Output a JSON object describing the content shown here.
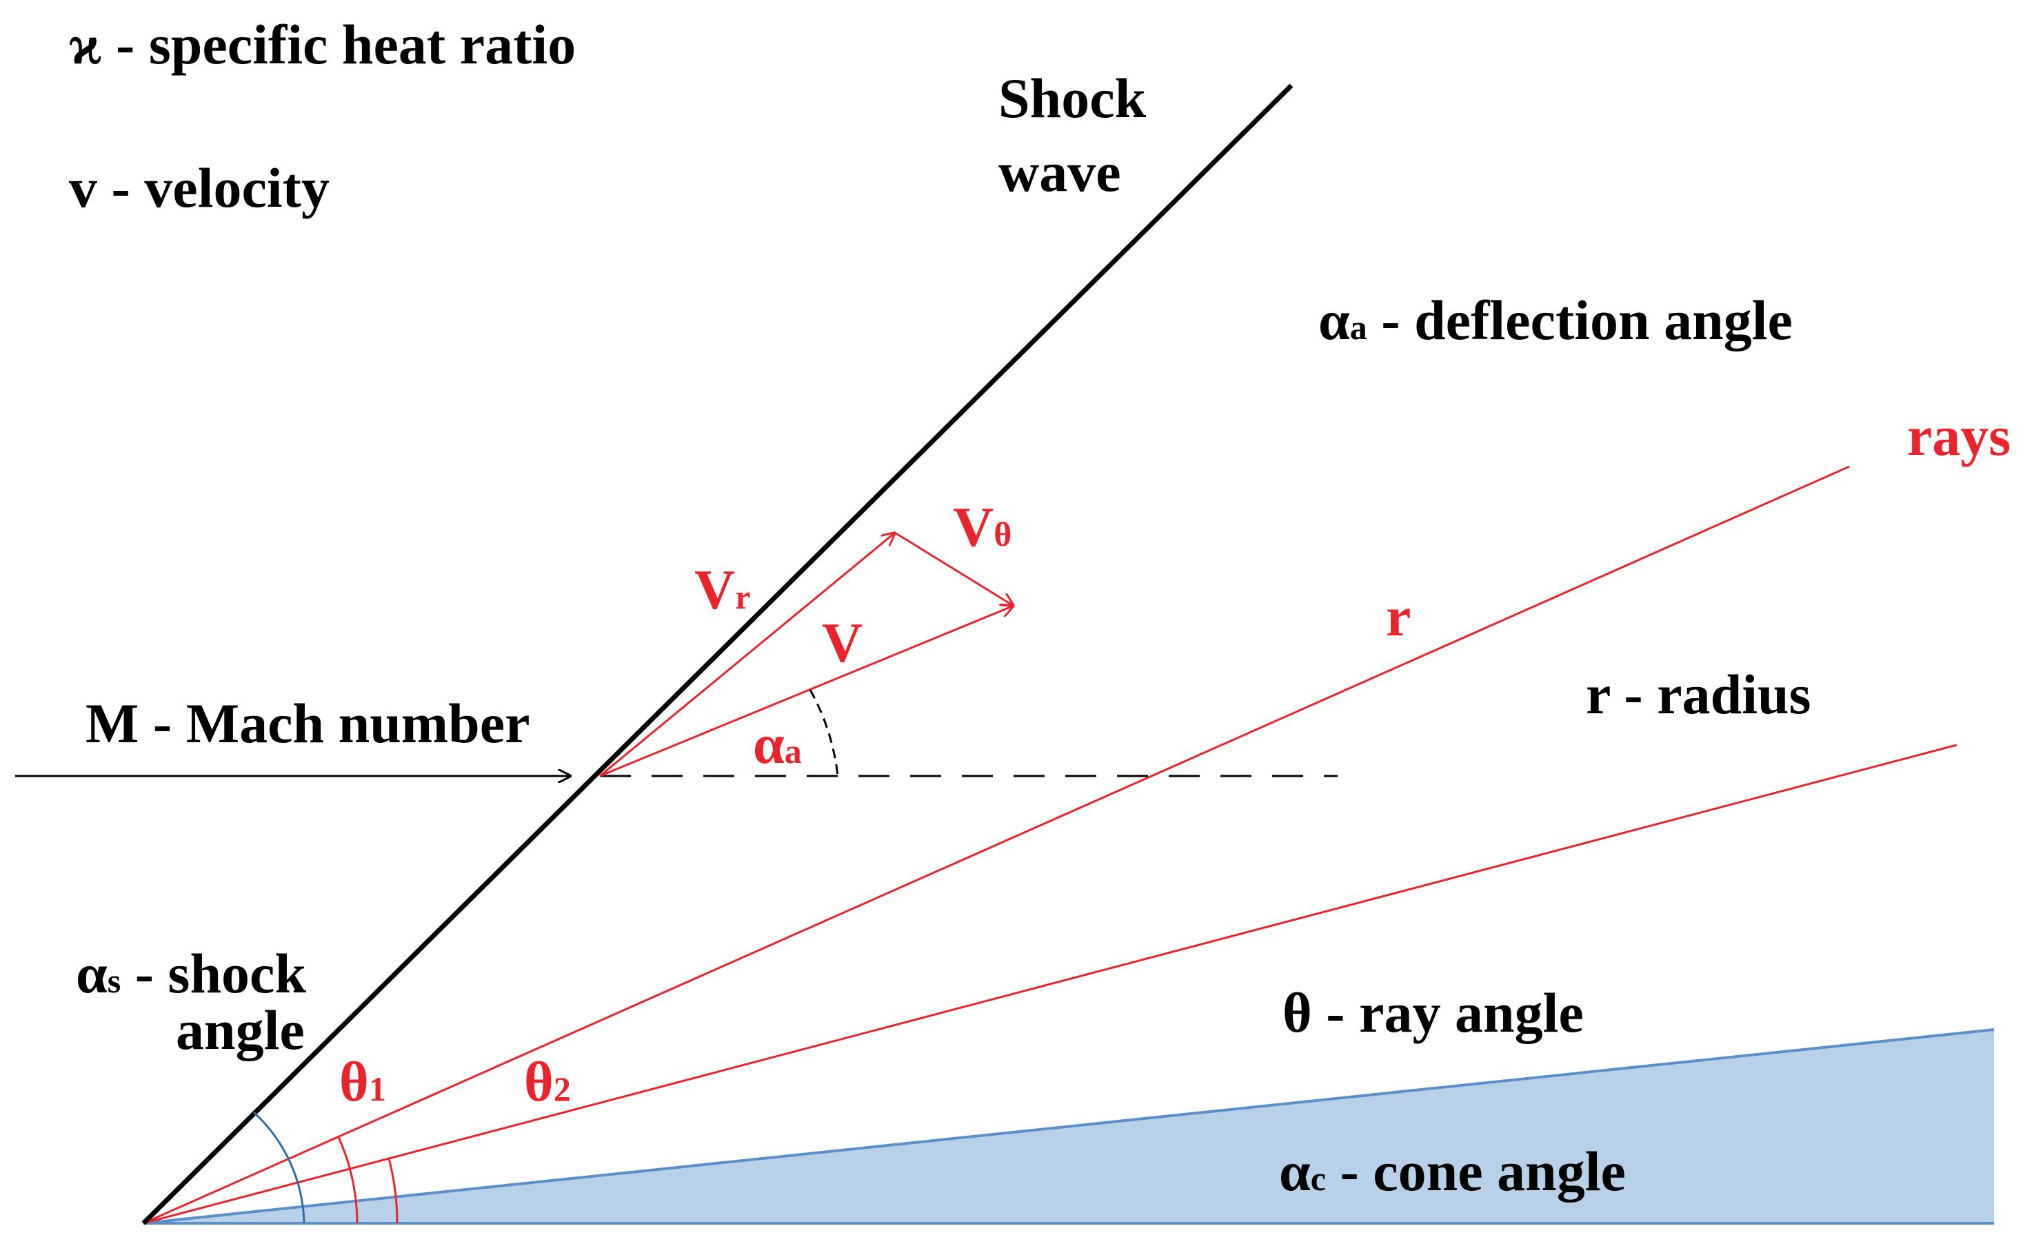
{
  "colors": {
    "black": "#000000",
    "red": "#e8252d",
    "cone_fill": "#b8d0e8",
    "cone_edge": "#5b8fc9",
    "arc_blue": "#2e6da4"
  },
  "legend": {
    "kappa": "ϰ - specific heat ratio",
    "velocity": "v - velocity",
    "deflection_sym": "α",
    "deflection_sub": "a",
    "deflection_text": " - deflection angle",
    "radius": "r - radius",
    "ray_angle": "θ - ray angle",
    "cone_sym": "α",
    "cone_sub": "c",
    "cone_text": " - cone angle",
    "mach": "M - Mach number",
    "shock_sym": "α",
    "shock_sub": "s",
    "shock_text": " - shock",
    "shock_text2": "angle"
  },
  "labels": {
    "shock_wave_1": "Shock",
    "shock_wave_2": "wave",
    "rays": "rays",
    "r": "r",
    "V": "V",
    "Vr_main": "V",
    "Vr_sub": "r",
    "Vtheta_main": "V",
    "Vtheta_sub": "θ",
    "alpha_a_main": "α",
    "alpha_a_sub": "a",
    "theta1_main": "θ",
    "theta1_sub": "1",
    "theta2_main": "θ",
    "theta2_sub": "2"
  }
}
